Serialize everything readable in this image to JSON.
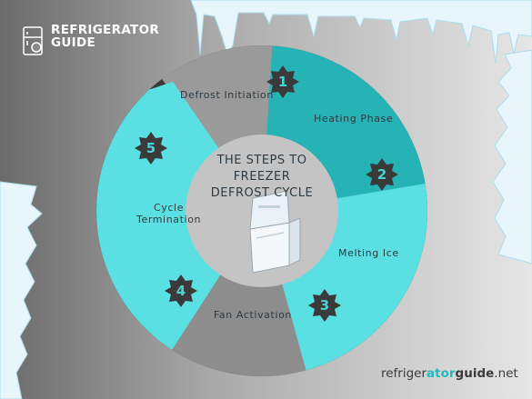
{
  "brand": {
    "line1": "REFRIGERATOR",
    "line2": "GUIDE"
  },
  "diagram": {
    "title_line1": "THE STEPS TO FREEZER",
    "title_line2": "DEFROST CYCLE"
  },
  "steps": [
    {
      "number": "1",
      "label": "Defrost Initiation",
      "color": "#9a9a9a"
    },
    {
      "number": "2",
      "label": "Heating Phase",
      "color": "#26b3b5"
    },
    {
      "number": "3",
      "label": "Melting Ice",
      "color": "#5ae0e2"
    },
    {
      "number": "4",
      "label": "Fan Activation",
      "color": "#8d8d8d"
    },
    {
      "number": "5",
      "label1": "Cycle",
      "label2": "Termination",
      "color": "#5ae0e2"
    }
  ],
  "footer": {
    "site_a": "refriger",
    "site_b": "ator",
    "site_c": "guide",
    "site_d": ".net"
  },
  "colors": {
    "teal_dark": "#26b3b5",
    "teal_light": "#5ae0e2",
    "gray": "#9a9a9a",
    "badge": "#3a3a3a"
  },
  "icons": [
    "refrigerator-logo-icon",
    "freezer-chest-icon",
    "icicle-decoration"
  ]
}
